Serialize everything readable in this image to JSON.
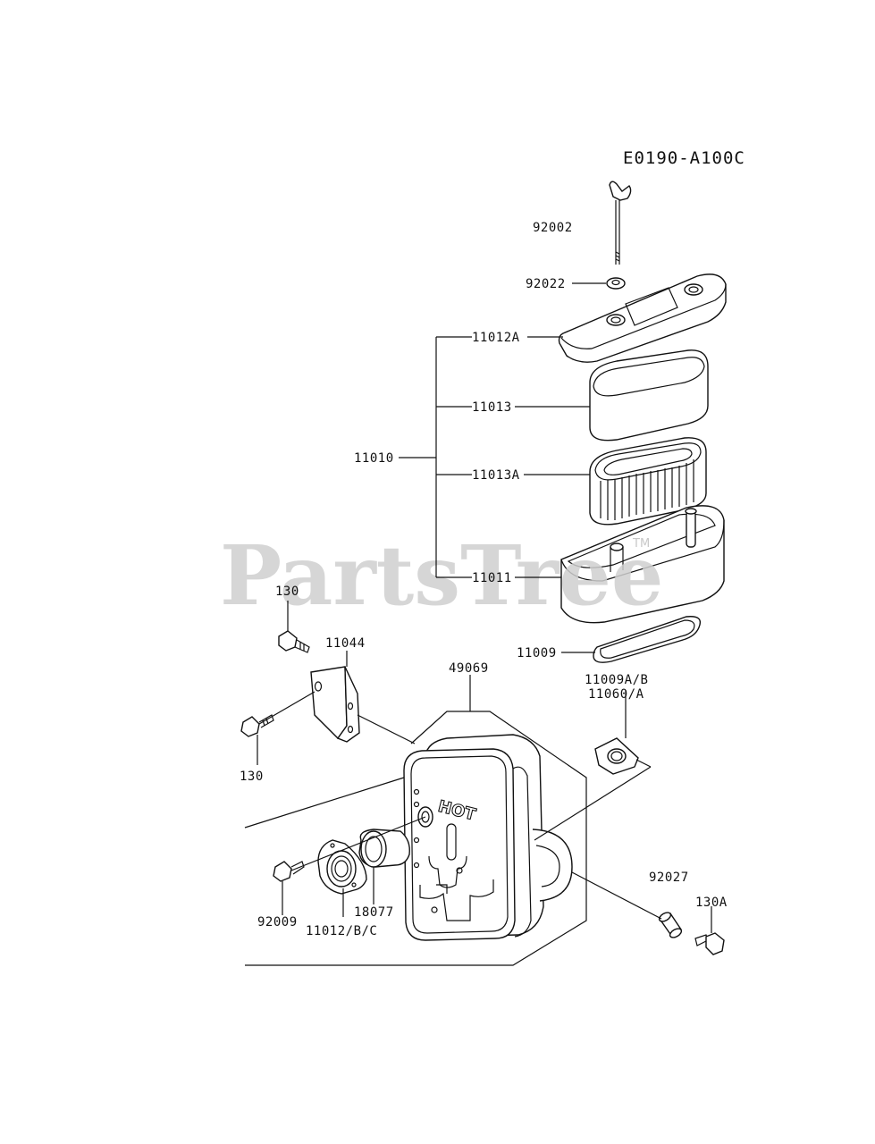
{
  "diagram_code": "E0190-A100C",
  "watermark": "PartsTree",
  "watermark_tm": "TM",
  "labels": {
    "p92002": "92002",
    "p92022": "92022",
    "p11012A": "11012A",
    "p11013": "11013",
    "p11010": "11010",
    "p11013A": "11013A",
    "p11011": "11011",
    "p11009": "11009",
    "p130_top": "130",
    "p11044": "11044",
    "p49069": "49069",
    "p11009AB": "11009A/B",
    "p11060A": "11060/A",
    "p130_bottom": "130",
    "p92027": "92027",
    "p130A": "130A",
    "p18077": "18077",
    "p92009": "92009",
    "p11012BC": "11012/B/C"
  },
  "hot_stamp": "HOT"
}
